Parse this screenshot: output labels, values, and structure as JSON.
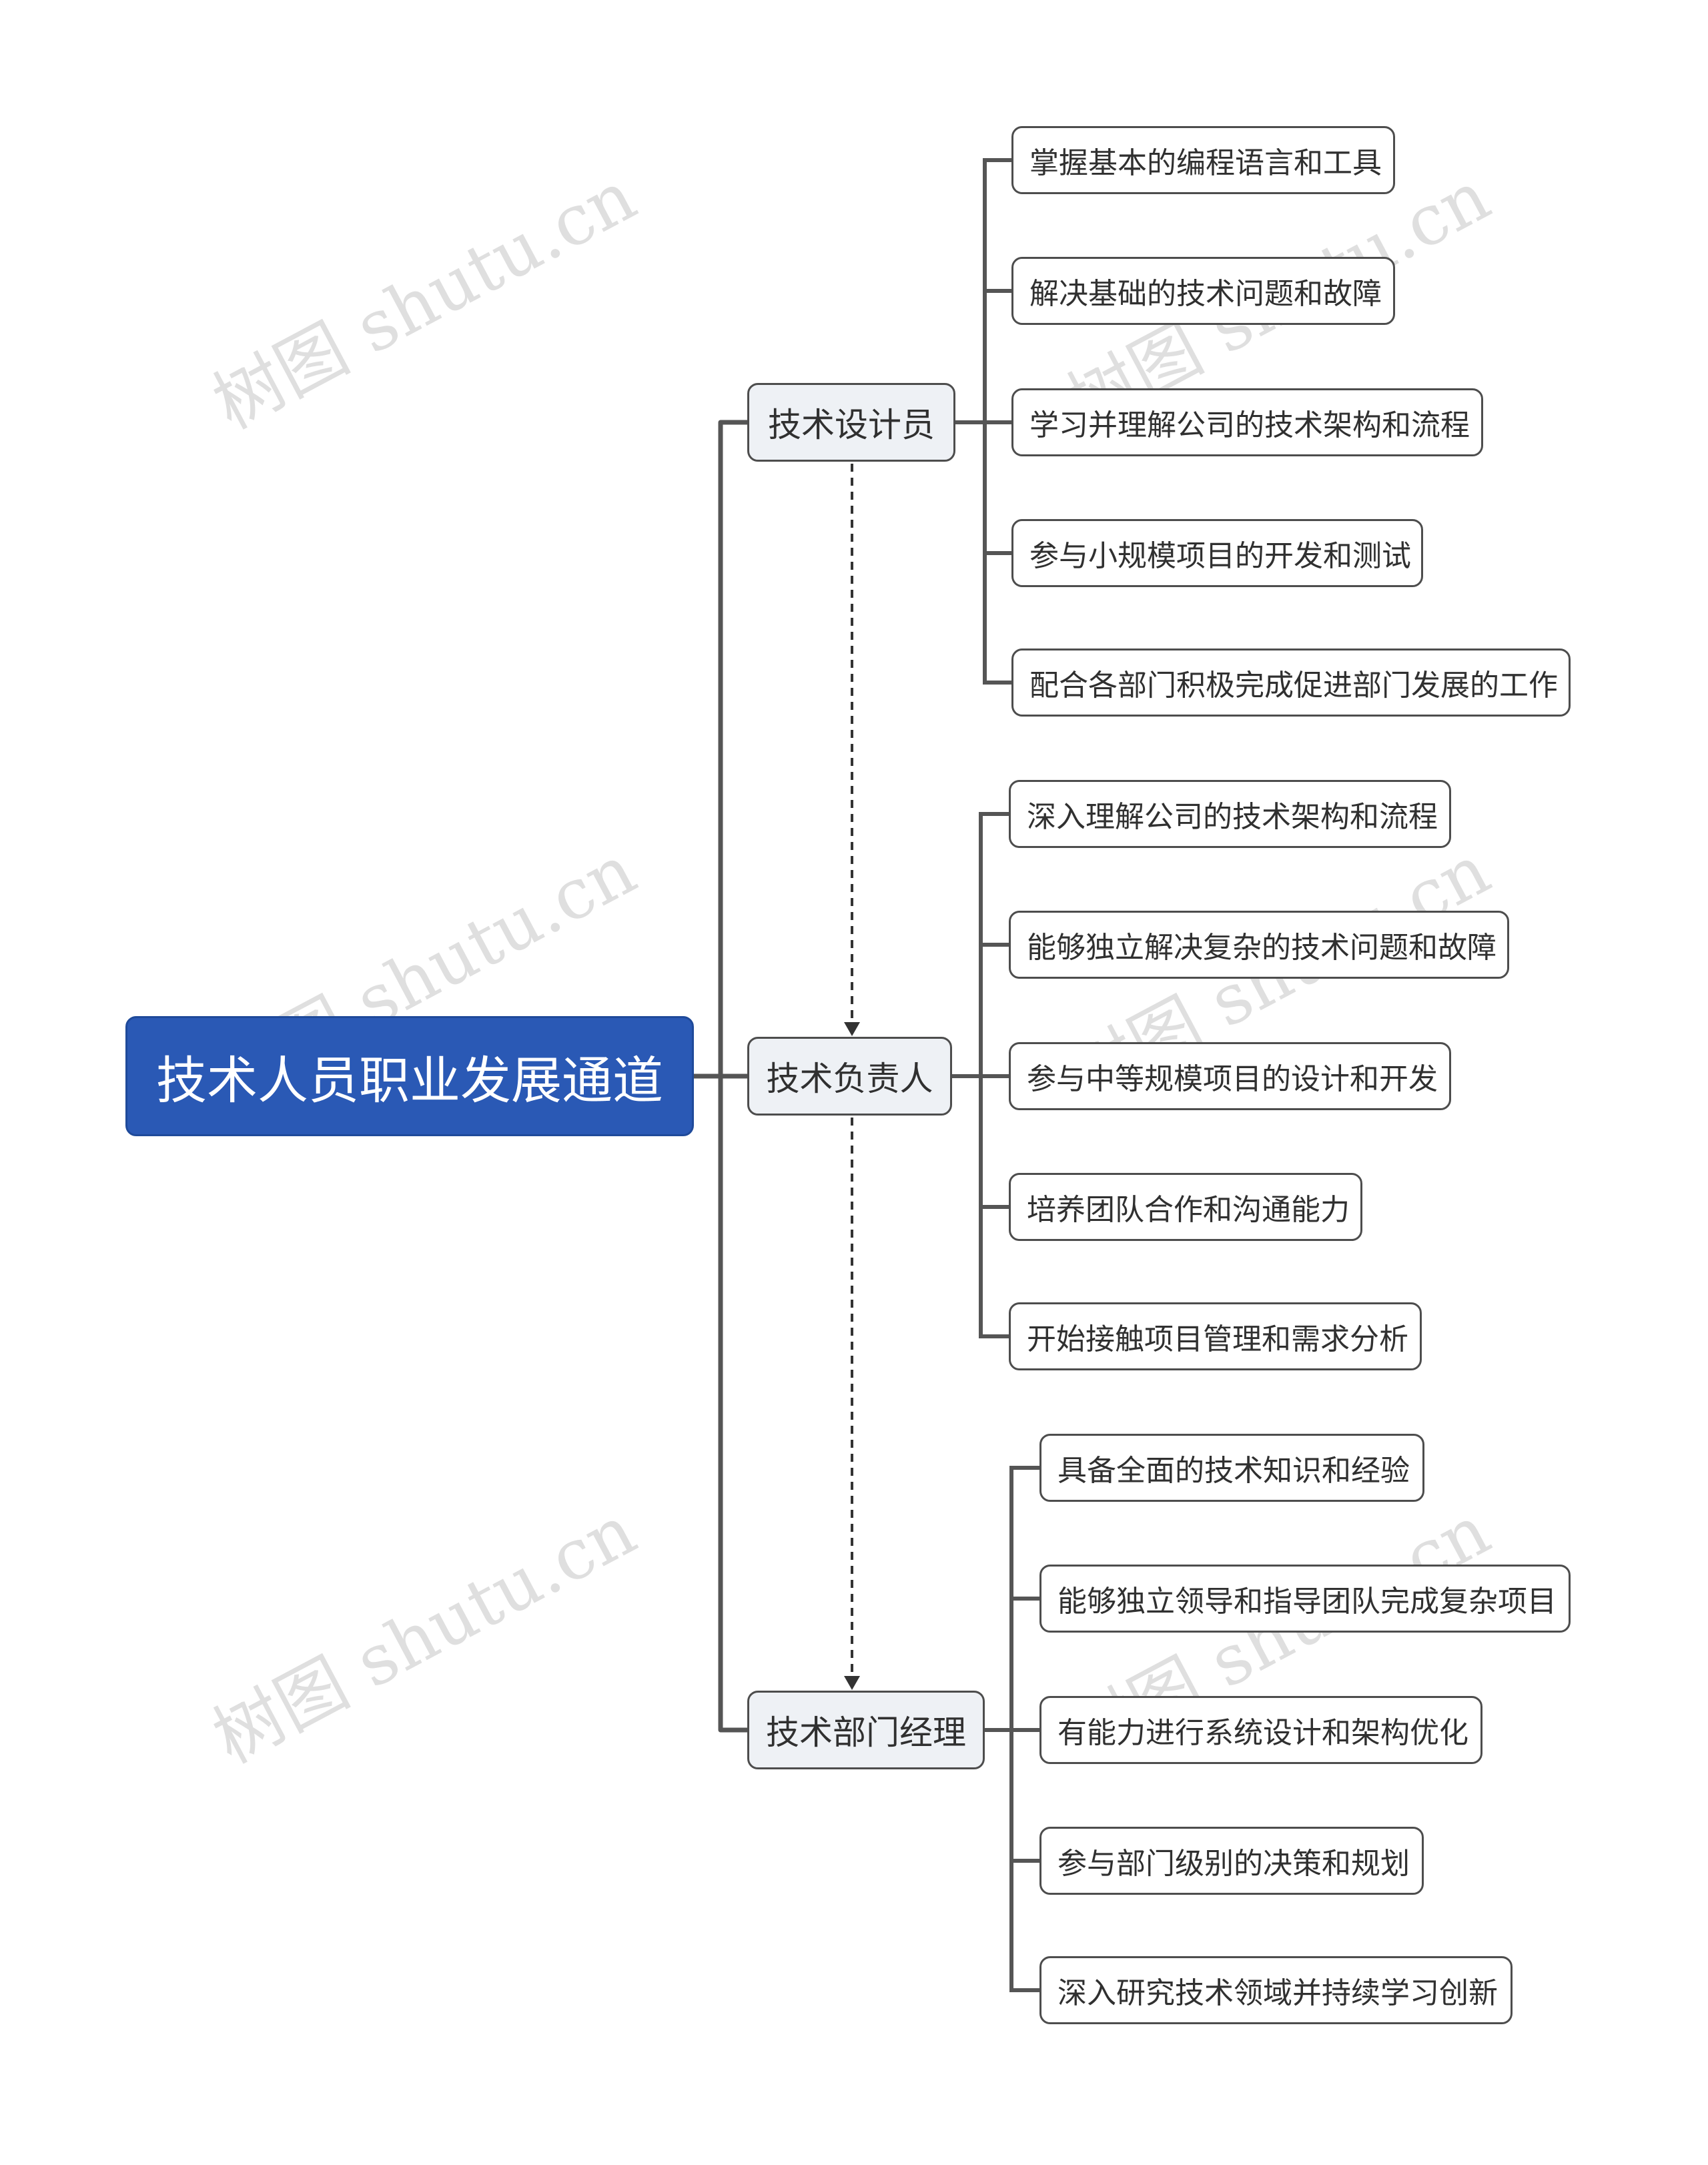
{
  "root": {
    "label": "技术人员职业发展通道"
  },
  "branches": [
    {
      "label": "技术设计员",
      "items": [
        "掌握基本的编程语言和工具",
        "解决基础的技术问题和故障",
        "学习并理解公司的技术架构和流程",
        "参与小规模项目的开发和测试",
        "配合各部门积极完成促进部门发展的工作"
      ]
    },
    {
      "label": "技术负责人",
      "items": [
        "深入理解公司的技术架构和流程",
        "能够独立解决复杂的技术问题和故障",
        "参与中等规模项目的设计和开发",
        "培养团队合作和沟通能力",
        "开始接触项目管理和需求分析"
      ]
    },
    {
      "label": "技术部门经理",
      "items": [
        "具备全面的技术知识和经验",
        "能够独立领导和指导团队完成复杂项目",
        "有能力进行系统设计和架构优化",
        "参与部门级别的决策和规划",
        "深入研究技术领域并持续学习创新"
      ]
    }
  ],
  "watermark": "树图 shutu.cn",
  "colors": {
    "root_fill": "#2a59b5",
    "branch_fill": "#eef1f5",
    "line": "#4d4d4d"
  }
}
